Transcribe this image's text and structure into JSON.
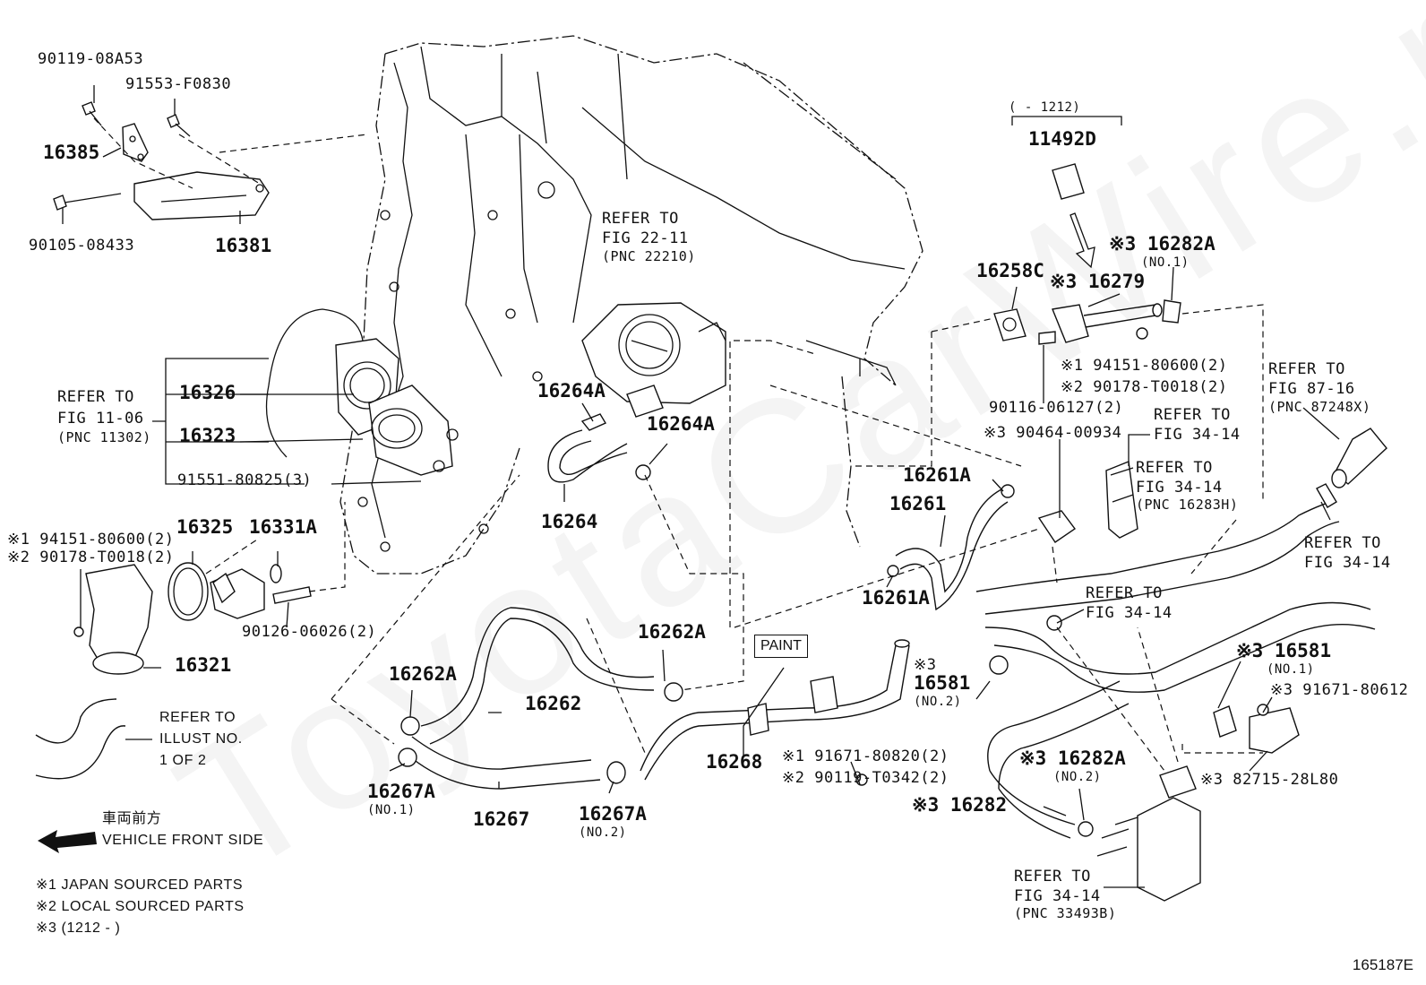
{
  "watermark": "ToyotaCarWire.ru",
  "figure_number": "165187E",
  "paint_label": "PAINT",
  "labels": {
    "p90119_08A53": "90119-08A53",
    "p91553_F0830": "91553-F0830",
    "p16385": "16385",
    "p90105_08433": "90105-08433",
    "p16381": "16381",
    "ref_fig_11_06_a": "REFER TO",
    "ref_fig_11_06_b": "FIG 11-06",
    "ref_fig_11_06_c": "(PNC 11302)",
    "p16326": "16326",
    "p16323": "16323",
    "p91551_80825": "91551-80825(3)",
    "japan_94151": "※1 94151-80600(2)",
    "local_90178": "※2 90178-T0018(2)",
    "p16325": "16325",
    "p16331A": "16331A",
    "p90126_06026": "90126-06026(2)",
    "p16321": "16321",
    "ref_illust_a": "REFER TO",
    "ref_illust_b": "ILLUST NO.",
    "ref_illust_c": "1 OF 2",
    "front_jp": "車両前方",
    "front_en": "VEHICLE FRONT SIDE",
    "note1": "※1 JAPAN SOURCED PARTS",
    "note2": "※2 LOCAL SOURCED PARTS",
    "note3": "※3 (1212 -        )",
    "ref_fig_22_11_a": "REFER TO",
    "ref_fig_22_11_b": "FIG 22-11",
    "ref_fig_22_11_c": "(PNC 22210)",
    "p16264A_1": "16264A",
    "p16264A_2": "16264A",
    "p16264": "16264",
    "p16262A_1": "16262A",
    "p16262A_2": "16262A",
    "p16262": "16262",
    "p16267A_1": "16267A",
    "p16267A_1_sub": "(NO.1)",
    "p16267": "16267",
    "p16267A_2": "16267A",
    "p16267A_2_sub": "(NO.2)",
    "p16268": "16268",
    "p91671_80820": "※1 91671-80820(2)",
    "p90119_T0342": "※2 90119-T0342(2)",
    "range_1212": "(      - 1212)",
    "p11492D": "11492D",
    "p16258C": "16258C",
    "p16279": "※3 16279",
    "p16282A_1": "※3 16282A",
    "p16282A_1_sub": "(NO.1)",
    "p94151_b": "※1 94151-80600(2)",
    "p90178_b": "※2 90178-T0018(2)",
    "p90116_06127": "90116-06127(2)",
    "p90464_00934": "※3 90464-00934",
    "p16261A_1": "16261A",
    "p16261": "16261",
    "p16261A_2": "16261A",
    "ref_fig_34_14_a": "REFER TO",
    "ref_fig_34_14_b": "FIG 34-14",
    "ref_fig_34_14h_a": "REFER TO",
    "ref_fig_34_14h_b": "FIG 34-14",
    "ref_fig_34_14h_c": "(PNC 16283H)",
    "ref_fig_87_16_a": "REFER TO",
    "ref_fig_87_16_b": "FIG 87-16",
    "ref_fig_87_16_c": "(PNC 87248X)",
    "ref_fig_34_14r_a": "REFER TO",
    "ref_fig_34_14r_b": "FIG 34-14",
    "ref_fig_34_14m_a": "REFER TO",
    "ref_fig_34_14m_b": "FIG 34-14",
    "p16581_no2_mark": "※3",
    "p16581_no2": "16581",
    "p16581_no2_sub": "(NO.2)",
    "p16581_no1": "※3 16581",
    "p16581_no1_sub": "(NO.1)",
    "p91671_80612": "※3 91671-80612",
    "p82715_28L80": "※3 82715-28L80",
    "p16282A_2": "※3 16282A",
    "p16282A_2_sub": "(NO.2)",
    "p16282": "※3 16282",
    "ref_fig_34_14b_a": "REFER TO",
    "ref_fig_34_14b_b": "FIG 34-14",
    "ref_fig_34_14b_c": "(PNC 33493B)"
  }
}
